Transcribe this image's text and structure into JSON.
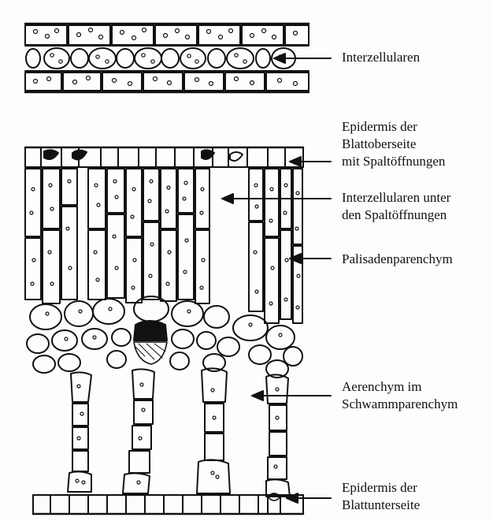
{
  "labels": {
    "interzellularen": "Interzellularen",
    "epidermis_oben": [
      "Epidermis der",
      "Blattoberseite",
      "mit Spaltöffnungen"
    ],
    "interzellularen_unter": [
      "Interzellularen unter",
      "den Spaltöffnungen"
    ],
    "palisaden": "Palisadenparenchym",
    "aerenchym": [
      "Aerenchym im",
      "Schwammparenchym"
    ],
    "epidermis_unten": [
      "Epidermis der",
      "Blattunterseite"
    ]
  },
  "colors": {
    "ink": "#111111",
    "background": "#fdfdfd"
  }
}
